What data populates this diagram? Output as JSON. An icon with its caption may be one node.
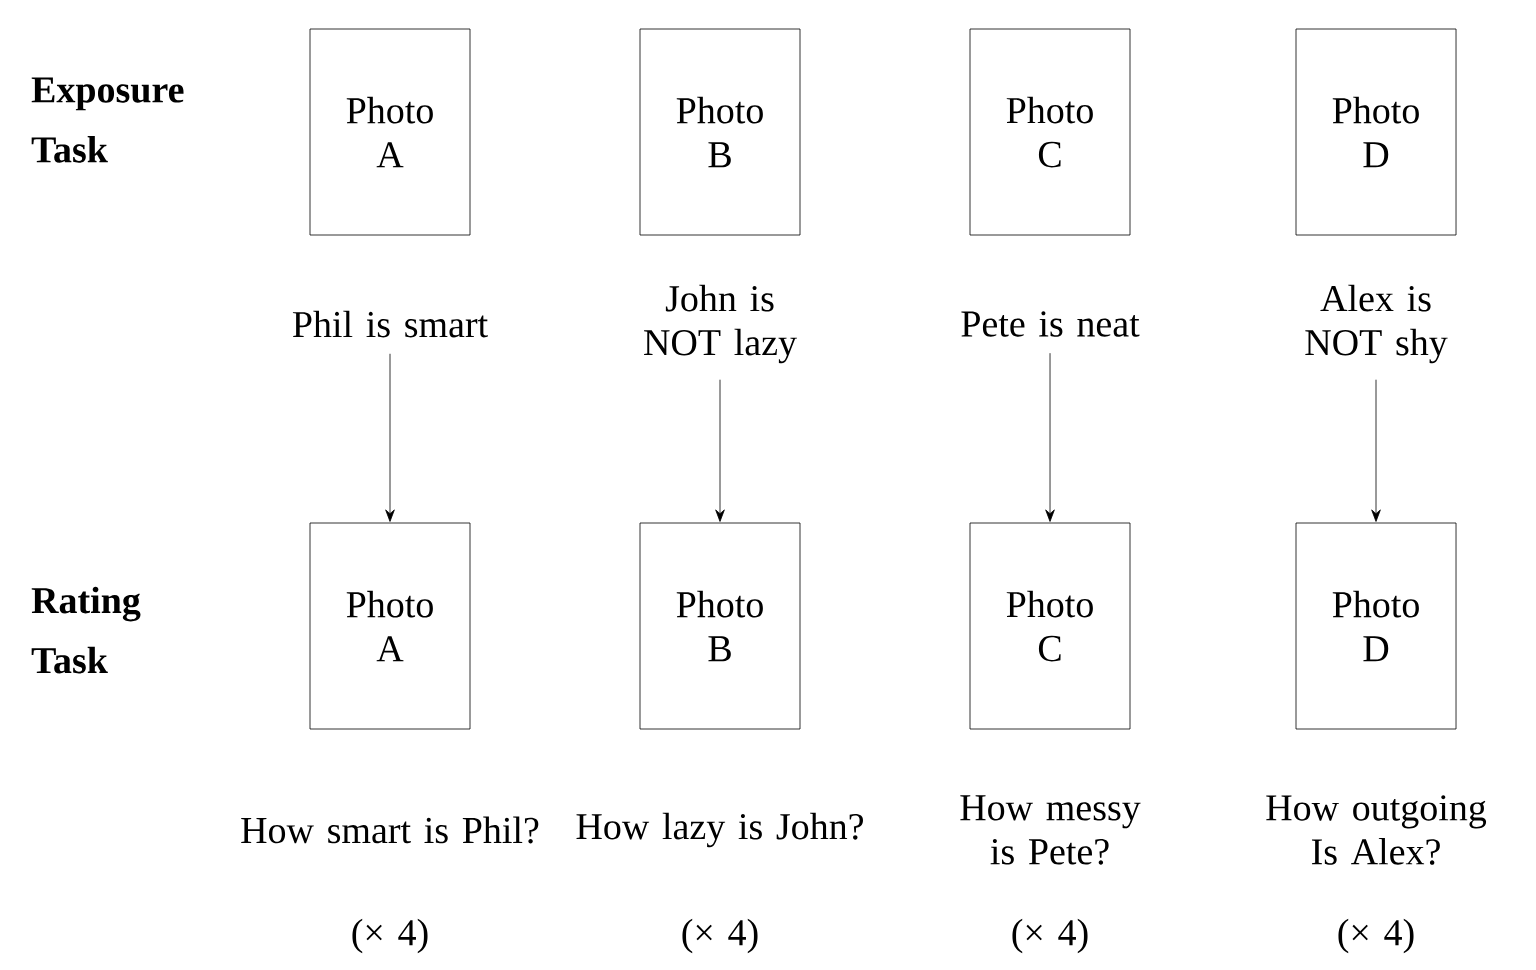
{
  "diagram": {
    "nodes": [
      {
        "text": [
          "Photo A"
        ]
      },
      {
        "text": [
          "Photo B"
        ]
      },
      {
        "text": [
          "Photo C"
        ]
      },
      {
        "text": [
          "Photo D"
        ]
      },
      {
        "text": [
          "Phil is smart"
        ]
      },
      {
        "text": [
          "John is NOT lazy"
        ]
      },
      {
        "text": [
          "Pete is neat"
        ]
      },
      {
        "text": [
          "Alex is NOT shy"
        ]
      },
      {
        "text": [
          "Photo A"
        ],
        "beside": [
          "How smart is Phil?",
          "(× 4)"
        ]
      },
      {
        "text": [
          "Photo B"
        ],
        "beside": [
          "How lazy is John?",
          "(× 4)"
        ]
      },
      {
        "text": [
          "Photo C"
        ],
        "beside": [
          "How messy is Pete?",
          "(× 4)"
        ]
      },
      {
        "text": [
          "Photo D"
        ],
        "beside": [
          "How outgoing Is Alex?",
          "(× 4)"
        ]
      }
    ],
    "edges": [
      {
        "from": 4,
        "to": 8,
        "arrow": "to"
      },
      {
        "from": 5,
        "to": 9,
        "arrow": "to"
      },
      {
        "from": 6,
        "to": 10,
        "arrow": "to"
      },
      {
        "from": 7,
        "to": 11,
        "arrow": "to"
      }
    ],
    "labels": [
      "Exposure Task",
      "Rating Task"
    ]
  }
}
